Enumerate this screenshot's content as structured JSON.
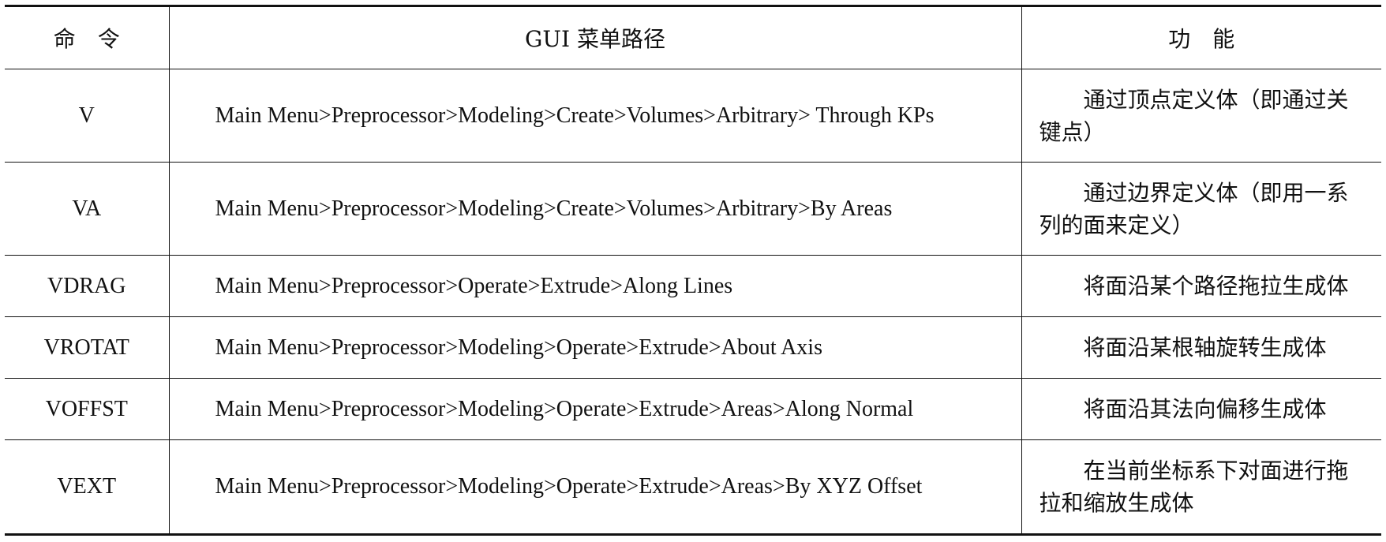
{
  "table": {
    "headers": {
      "command": "命　令",
      "gui_path": "GUI 菜单路径",
      "function": "功　能"
    },
    "rows": [
      {
        "command": "V",
        "gui_path": "Main Menu>Preprocessor>Modeling>Create>Volumes>Arbitrary> Through KPs",
        "function": "通过顶点定义体（即通过关键点）"
      },
      {
        "command": "VA",
        "gui_path": "Main Menu>Preprocessor>Modeling>Create>Volumes>Arbitrary>By Areas",
        "function": "通过边界定义体（即用一系列的面来定义）"
      },
      {
        "command": "VDRAG",
        "gui_path": "Main Menu>Preprocessor>Operate>Extrude>Along Lines",
        "function": "将面沿某个路径拖拉生成体"
      },
      {
        "command": "VROTAT",
        "gui_path": "Main Menu>Preprocessor>Modeling>Operate>Extrude>About Axis",
        "function": "将面沿某根轴旋转生成体"
      },
      {
        "command": "VOFFST",
        "gui_path": "Main Menu>Preprocessor>Modeling>Operate>Extrude>Areas>Along Normal",
        "function": "将面沿其法向偏移生成体"
      },
      {
        "command": "VEXT",
        "gui_path": "Main Menu>Preprocessor>Modeling>Operate>Extrude>Areas>By XYZ Offset",
        "function": "在当前坐标系下对面进行拖拉和缩放生成体"
      }
    ]
  }
}
